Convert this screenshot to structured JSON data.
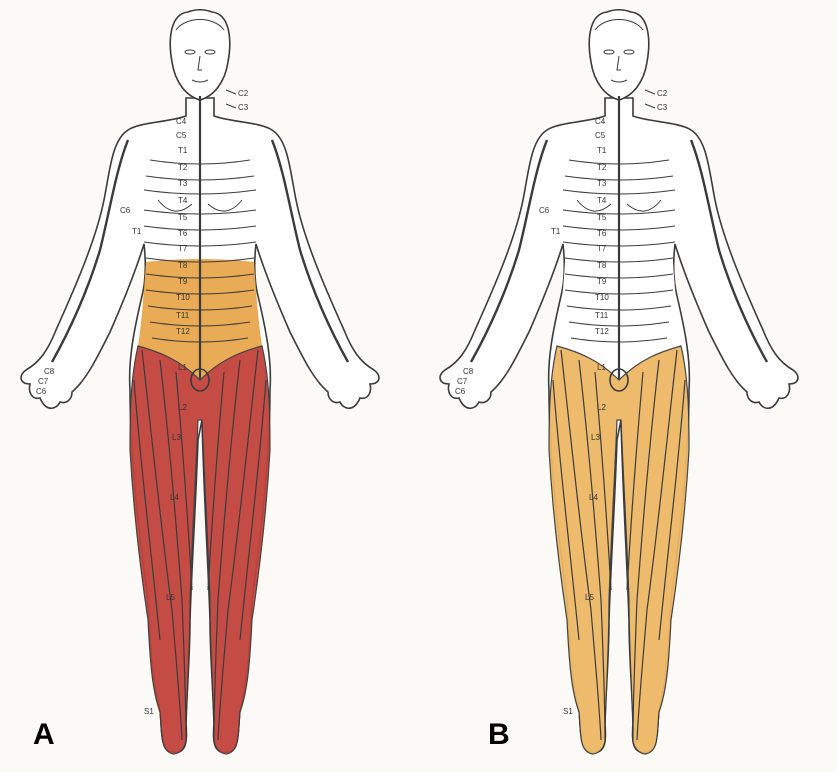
{
  "panels": [
    {
      "id": "a",
      "label": "A",
      "colors": {
        "trunk": "#e8a64c",
        "legs": "#c2433c"
      },
      "labels": {
        "neck": [
          "C2",
          "C3",
          "C4",
          "C5"
        ],
        "trunk": [
          "T1",
          "T2",
          "T3",
          "T4",
          "T5",
          "T6",
          "T7",
          "T8",
          "T9",
          "T10",
          "T11",
          "T12"
        ],
        "arms": [
          "C6",
          "T1",
          "C8",
          "C7",
          "C6"
        ],
        "legs": [
          "L1",
          "L2",
          "L3",
          "L4",
          "L5"
        ],
        "foot": "S1"
      }
    },
    {
      "id": "b",
      "label": "B",
      "colors": {
        "trunk": "#ffffff",
        "legs": "#eeb765"
      },
      "labels": {
        "neck": [
          "C2",
          "C3",
          "C4",
          "C5"
        ],
        "trunk": [
          "T1",
          "T2",
          "T3",
          "T4",
          "T5",
          "T6",
          "T7",
          "T8",
          "T9",
          "T10",
          "T11",
          "T12"
        ],
        "arms": [
          "C6",
          "T1",
          "C8",
          "C7",
          "C6"
        ],
        "legs": [
          "L1",
          "L2",
          "L3",
          "L4",
          "L5"
        ],
        "foot": "S1"
      }
    }
  ]
}
